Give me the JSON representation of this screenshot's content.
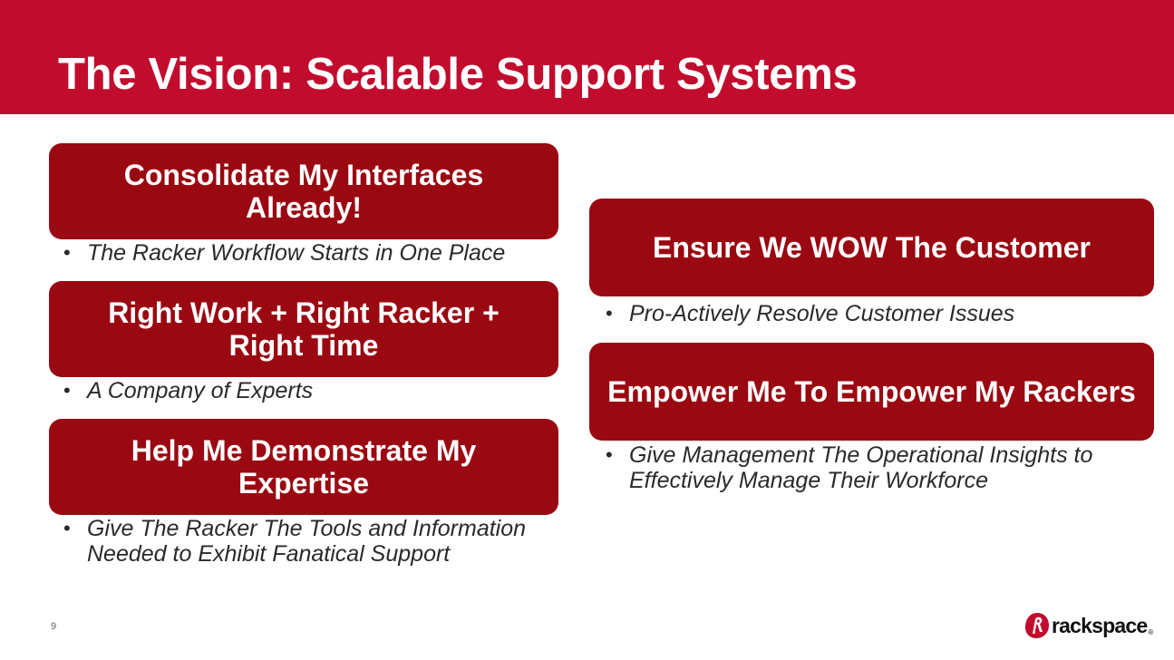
{
  "slide": {
    "title": "The Vision: Scalable Support Systems",
    "page_number": "9"
  },
  "left": {
    "items": [
      {
        "heading": "Consolidate My Interfaces Already!",
        "bullet": "The Racker Workflow Starts in One Place"
      },
      {
        "heading": "Right Work + Right Racker + Right Time",
        "bullet": "A Company of Experts"
      },
      {
        "heading": "Help Me Demonstrate My Expertise",
        "bullet": "Give The Racker The Tools and Information Needed to Exhibit Fanatical Support"
      }
    ]
  },
  "right": {
    "items": [
      {
        "heading": "Ensure We WOW The Customer",
        "bullet": "Pro-Actively Resolve Customer Issues"
      },
      {
        "heading": "Empower Me To Empower My Rackers",
        "bullet": "Give Management The Operational Insights to Effectively Manage Their Workforce"
      }
    ]
  },
  "logo": {
    "text": "rackspace",
    "icon": "rackspace-logo-icon",
    "brand_color": "#c10c2e"
  },
  "colors": {
    "header": "#c10c2e",
    "box": "#9a0812"
  }
}
